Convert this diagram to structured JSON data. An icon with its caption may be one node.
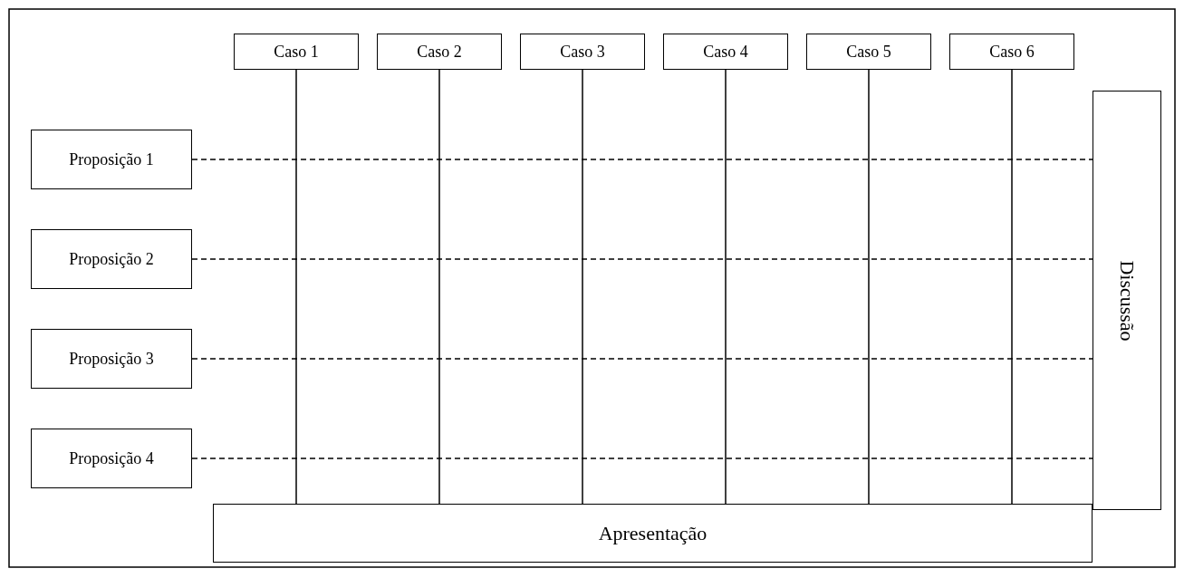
{
  "diagram": {
    "nodes": [
      {
        "text": [
          "Caso 1"
        ]
      },
      {
        "text": [
          "Caso 2"
        ]
      },
      {
        "text": [
          "Caso 3"
        ]
      },
      {
        "text": [
          "Caso 4"
        ]
      },
      {
        "text": [
          "Caso 5"
        ]
      },
      {
        "text": [
          "Caso 6"
        ]
      },
      {
        "text": [
          "Proposição 1"
        ]
      },
      {
        "text": [
          "Proposição 2"
        ]
      },
      {
        "text": [
          "Proposição 3"
        ]
      },
      {
        "text": [
          "Proposição 4"
        ]
      },
      {
        "text": [
          "Discussão"
        ]
      },
      {
        "text": [
          "Apresentação"
        ]
      }
    ],
    "edges": [
      {
        "from": 0,
        "to": 11,
        "arrow": "none"
      },
      {
        "from": 1,
        "to": 11,
        "arrow": "none"
      },
      {
        "from": 2,
        "to": 11,
        "arrow": "none"
      },
      {
        "from": 3,
        "to": 11,
        "arrow": "none"
      },
      {
        "from": 4,
        "to": 11,
        "arrow": "none"
      },
      {
        "from": 5,
        "to": 11,
        "arrow": "none"
      },
      {
        "from": 6,
        "to": 10,
        "arrow": "none",
        "style": "dashed"
      },
      {
        "from": 7,
        "to": 10,
        "arrow": "none",
        "style": "dashed"
      },
      {
        "from": 8,
        "to": 10,
        "arrow": "none",
        "style": "dashed"
      },
      {
        "from": 9,
        "to": 10,
        "arrow": "none",
        "style": "dashed"
      }
    ]
  }
}
